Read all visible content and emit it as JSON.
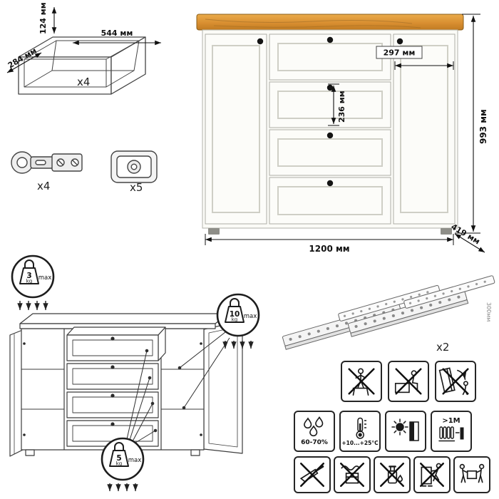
{
  "page": {
    "background": "#ffffff"
  },
  "drawer_box": {
    "qty": "x4",
    "height": "124 мм",
    "width": "544 мм",
    "depth": "284 мм"
  },
  "hardware": {
    "hinge_qty": "x4",
    "foot_qty": "x5"
  },
  "commode": {
    "width": "1200 мм",
    "height": "993 мм",
    "depth": "419 мм",
    "door_width": "297 мм",
    "drawer_front_height": "236 мм",
    "top_color": "#d9913a",
    "body_color": "#fbfbf7",
    "outline_color": "#b3b3ab",
    "knob_color": "#141414"
  },
  "slides": {
    "qty": "x2",
    "length": "300мм"
  },
  "load_limits": {
    "top": {
      "value": "3",
      "unit": "kg",
      "suffix": "max"
    },
    "door": {
      "value": "10",
      "unit": "kg",
      "suffix": "max"
    },
    "drawer": {
      "value": "5",
      "unit": "kg",
      "suffix": "max"
    }
  },
  "climate": {
    "humidity": "60-70%",
    "temperature": "+10...+25°С",
    "heat_distance": ">1M"
  },
  "safety_icons": {
    "row1": [
      "no-climbing-icon",
      "no-sitting-icon",
      "tip-over-warning-icon"
    ],
    "row2": [
      "humidity-icon",
      "temperature-icon",
      "sunlight-icon",
      "heat-distance-icon"
    ],
    "row3": [
      "no-sharp-objects-icon",
      "no-wet-cleaning-icon",
      "no-chemicals-icon",
      "no-dragging-icon",
      "carry-two-persons-icon"
    ]
  }
}
